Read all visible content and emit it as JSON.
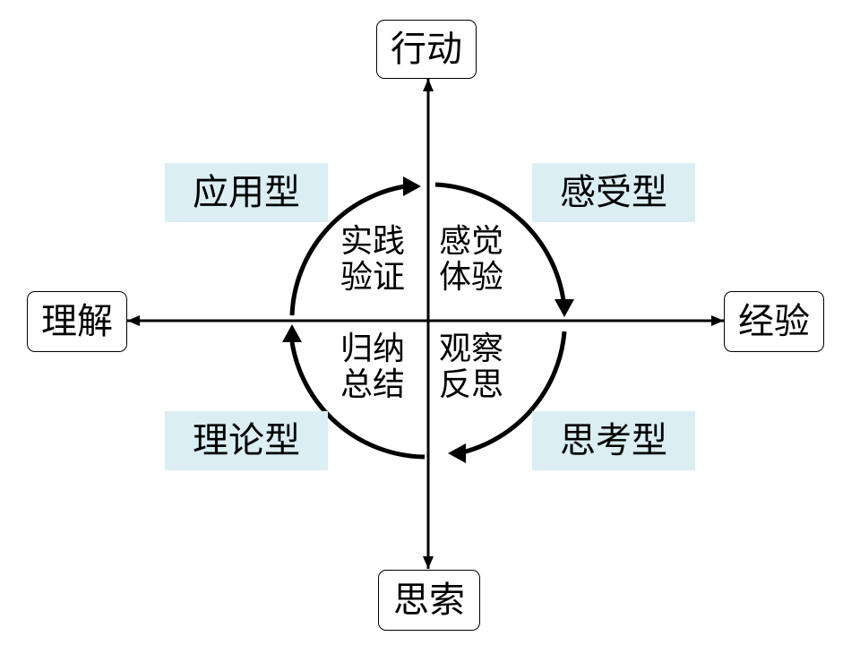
{
  "axis_labels": {
    "top": "行动",
    "bottom": "思索",
    "left": "理解",
    "right": "经验"
  },
  "learning_types": {
    "top_left": "应用型",
    "top_right": "感受型",
    "bottom_left": "理论型",
    "bottom_right": "思考型"
  },
  "cycle_phases": {
    "top_left": [
      "实践",
      "验证"
    ],
    "top_right": [
      "感觉",
      "体验"
    ],
    "bottom_left": [
      "归纳",
      "总结"
    ],
    "bottom_right": [
      "观察",
      "反思"
    ]
  },
  "colors": {
    "type_box_fill": "#daeef3",
    "line": "#000000",
    "box_border": "#000000"
  }
}
